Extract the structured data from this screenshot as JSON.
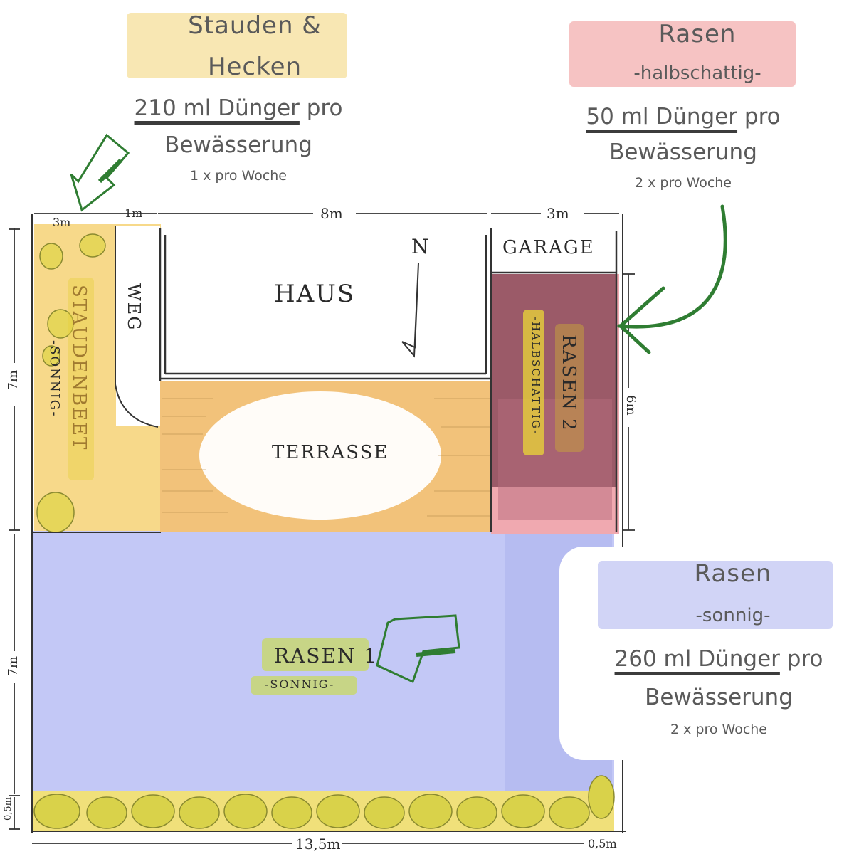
{
  "callouts": {
    "stauden": {
      "title_line1": "Stauden &",
      "title_line2": "Hecken",
      "amount": "210 ml Dünger",
      "amount_suffix": "pro",
      "watering": "Bewässerung",
      "frequency": "1 x pro Woche",
      "brush_color": "#f7e3a6"
    },
    "rasen_halbschattig": {
      "title": "Rasen",
      "subtitle": "-halbschattig-",
      "amount": "50 ml Dünger",
      "amount_suffix": "pro",
      "watering": "Bewässerung",
      "frequency": "2 x pro Woche",
      "brush_color": "#f4b9b9"
    },
    "rasen_sonnig": {
      "title": "Rasen",
      "subtitle": "-sonnig-",
      "amount": "260 ml Dünger",
      "amount_suffix": "pro",
      "watering": "Bewässerung",
      "frequency": "2 x pro Woche",
      "brush_color": "#c9cdf5"
    }
  },
  "plan": {
    "dimensions": {
      "top_left": "3m",
      "top_weg": "1m",
      "top_haus": "8m",
      "top_garage": "3m",
      "left_upper": "7m",
      "left_lower": "7m",
      "left_bottom": "0,5m",
      "right_upper": "6m",
      "bottom_total": "13,5m",
      "bottom_right": "0,5m"
    },
    "labels": {
      "haus": "HAUS",
      "north": "N",
      "garage": "GARAGE",
      "weg": "WEG",
      "staudenbeet": "STAUDENBEET",
      "staudenbeet_sub": "-SONNIG-",
      "terrasse": "TERRASSE",
      "rasen2": "RASEN 2",
      "rasen2_sub": "-HALBSCHATTIG-",
      "rasen1": "RASEN 1",
      "rasen1_sub": "-SONNIG-"
    },
    "colors": {
      "staudenbeet": "#f7d98a",
      "rasen1": "#c3c8f6",
      "rasen2": "#8c4c5c",
      "rasen2_light": "#f0a9b0",
      "terrasse": "#f2c27a",
      "hecke": "#d9d24a",
      "arrow": "#2f7d32",
      "label_highlight_yellow": "#e6cf3a",
      "label_highlight_green": "#c8d86a"
    }
  }
}
